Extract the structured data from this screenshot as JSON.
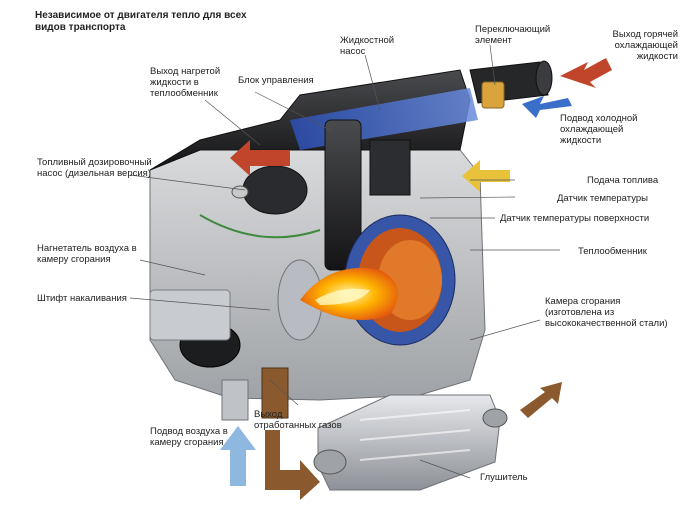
{
  "title": "Независимое от двигателя тепло для всех видов транспорта",
  "labels": {
    "hot_outlet_heat": "Выход нагретой жидкости в теплообменник",
    "control_unit": "Блок управления",
    "coolant_pump": "Жидкостной насос",
    "switch_element": "Переключающий элемент",
    "hot_coolant_out": "Выход горячей охлаждающей жидкости",
    "cold_coolant_in": "Подвод холодной охлаждающей жидкости",
    "fuel_pump": "Топливный дозировочный насос (дизельная версия)",
    "fuel_supply": "Подача топлива",
    "temp_sensor": "Датчик температуры",
    "surface_temp_sensor": "Датчик температуры поверхности",
    "combustion_air_fan": "Нагнетатель воздуха в камеру сгорания",
    "heat_exchanger": "Теплообменник",
    "glow_pin": "Штифт накаливания",
    "combustion_chamber": "Камера сгорания (изготовлена из высококачественной стали)",
    "exhaust_out": "Выход отработанных газов",
    "air_intake": "Подвод воздуха в камеру сгорания",
    "muffler": "Глушитель"
  },
  "colors": {
    "hot_arrow": "#c0452a",
    "cold_arrow": "#3a6fc9",
    "fuel_arrow": "#e8c23a",
    "exhaust_arrow": "#8a5a2e",
    "air_arrow": "#8fb8e0"
  }
}
